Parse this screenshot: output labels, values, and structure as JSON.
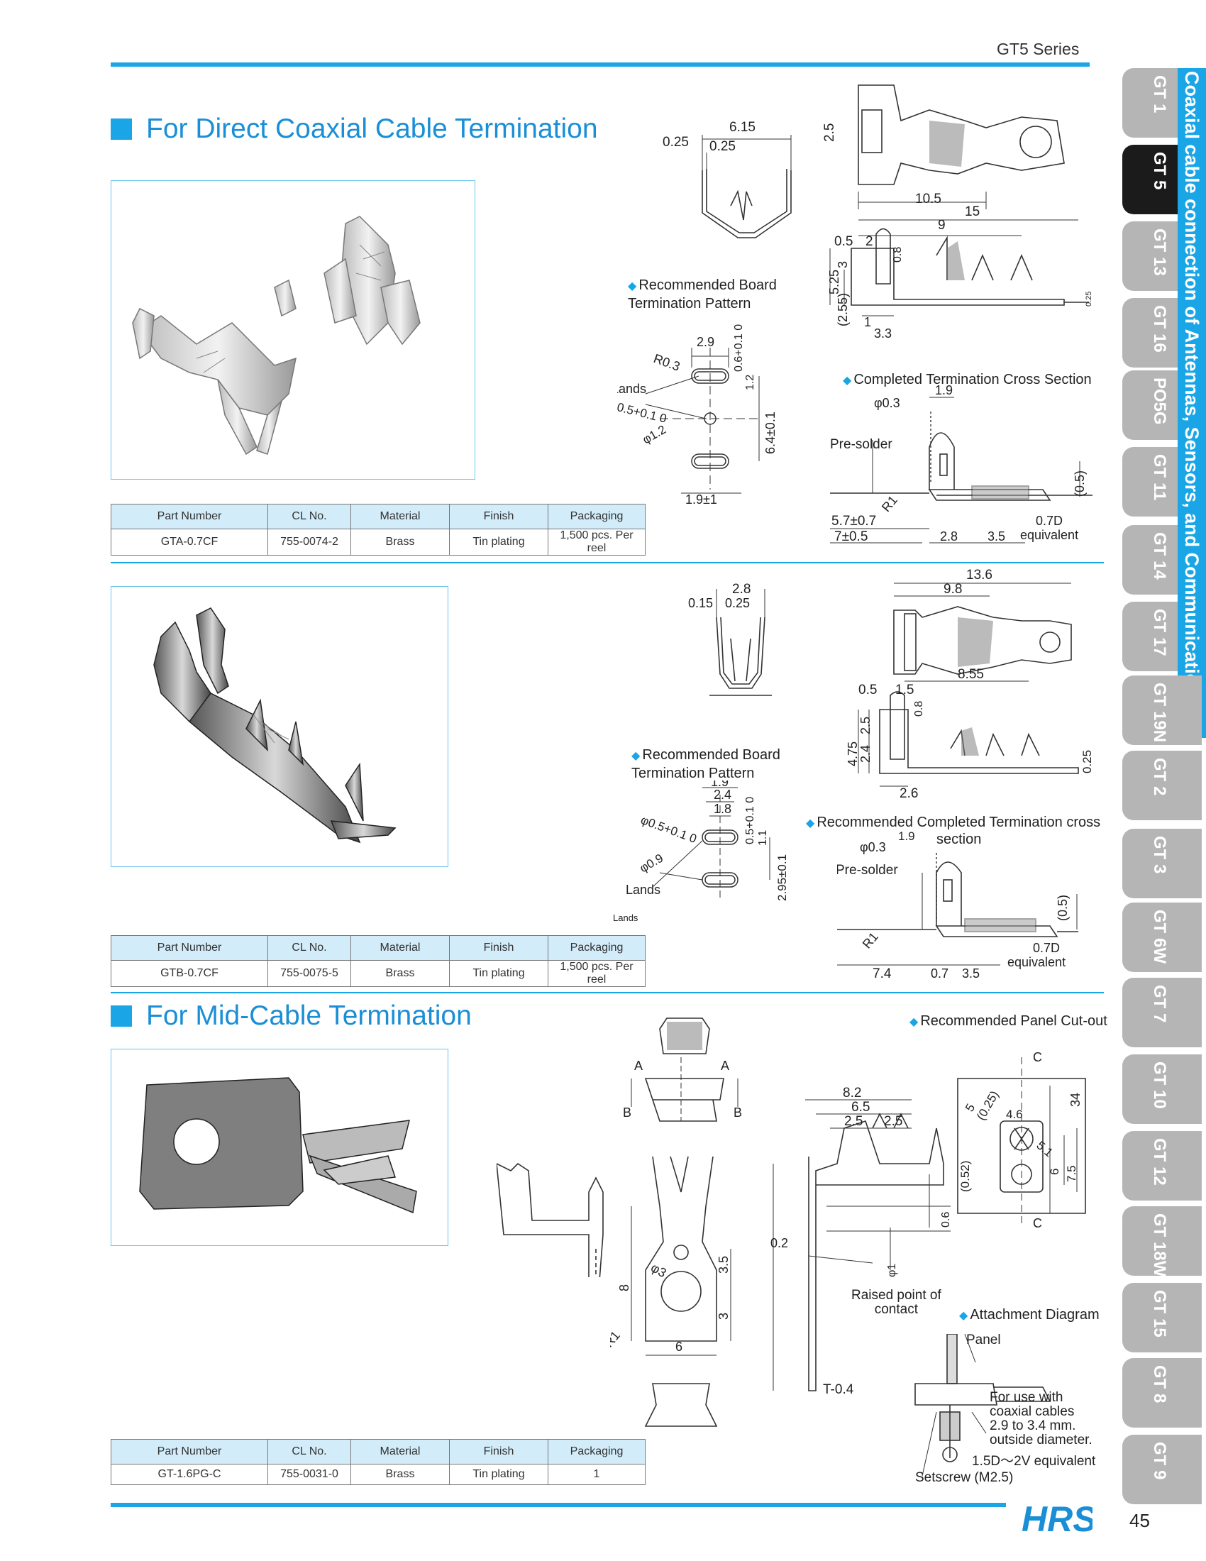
{
  "header": {
    "series": "GT5 Series",
    "page": "45",
    "logo": "HRS"
  },
  "side": {
    "band": "Coaxial cable connection of Antennas, Sensors, and Communication Trunk Lines",
    "tabs": [
      "GT 1",
      "GT 5",
      "GT 13",
      "GT 16",
      "PO5G",
      "GT 11",
      "GT 14",
      "GT 17",
      "GT 19N",
      "GT 2",
      "GT 3",
      "GT 6W",
      "GT 7",
      "GT 10",
      "GT 12",
      "GT 18W",
      "GT 15",
      "GT 8",
      "GT 9"
    ],
    "active_tab": "GT 5"
  },
  "sections": {
    "direct": "For Direct Coaxial Cable Termination",
    "mid": "For Mid-Cable Termination"
  },
  "table_headers": [
    "Part Number",
    "CL No.",
    "Material",
    "Finish",
    "Packaging"
  ],
  "tables": [
    {
      "row": [
        "GTA-0.7CF",
        "755-0074-2",
        "Brass",
        "Tin plating",
        "1,500 pcs. Per reel"
      ]
    },
    {
      "row": [
        "GTB-0.7CF",
        "755-0075-5",
        "Brass",
        "Tin plating",
        "1,500 pcs. Per reel"
      ]
    },
    {
      "row": [
        "GT-1.6PG-C",
        "755-0031-0",
        "Brass",
        "Tin plating",
        "1"
      ]
    }
  ],
  "gta": {
    "front": [
      "6.15",
      "0.25",
      "0.25"
    ],
    "top": [
      "2.5",
      "10.5",
      "15"
    ],
    "side": [
      "9",
      "0.5",
      "2",
      "0.8",
      "5.25",
      "3",
      "(2.55)",
      "1",
      "3.3",
      "0.25"
    ],
    "board_title": "Recommended Board\nTermination Pattern",
    "board": [
      "2.9",
      "R0.3",
      "0.6+0.1 0",
      "1.2",
      "Lands",
      "φ0.5+0.1 0",
      "φ1.2",
      "6.4±0.1",
      "1.9±1"
    ],
    "cross_title": "Completed Termination Cross Section",
    "cross": [
      "1.9",
      "φ0.3",
      "Pre-solder",
      "(0.5)",
      "R1",
      "5.7±0.7",
      "7±0.5",
      "2.8",
      "3.5",
      "0.7D",
      "equivalent"
    ]
  },
  "gtb": {
    "front": [
      "2.8",
      "0.15",
      "0.25"
    ],
    "top": [
      "13.6",
      "9.8"
    ],
    "side": [
      "8.55",
      "0.5",
      "1.5",
      "0.8",
      "4.75",
      "2.5",
      "2.4",
      "2.6",
      "0.25"
    ],
    "board_title": "Recommended Board\nTermination Pattern",
    "board": [
      "1.9",
      "2.4",
      "1.8",
      "0.5+0.1 0",
      "1.1",
      "φ0.5+0.1 0",
      "φ0.9",
      "Lands",
      "2.95±0.1",
      "Lands"
    ],
    "cross_title": "Recommended Completed Termination cross",
    "cross_title2": "section",
    "cross": [
      "1.9",
      "φ0.3",
      "Pre-solder",
      "(0.5)",
      "R1",
      "7.4",
      "0.7",
      "3.5",
      "0.7D",
      "equivalent"
    ]
  },
  "mid": {
    "top": [
      "A",
      "A",
      "B",
      "B"
    ],
    "plate": [
      "8",
      "φ3",
      "3.5",
      "3",
      "R1",
      "6"
    ],
    "side": [
      "8.2",
      "6.5",
      "2.5",
      "2.5",
      "5",
      "0.2",
      "0.6",
      "φ1",
      "T-0.4"
    ],
    "raised": "Raised point of\ncontact",
    "panel_title": "Recommended Panel Cut-out",
    "panel": [
      "C",
      "C",
      "34",
      "5",
      "(0.25)",
      "4.6",
      "5.1",
      "6",
      "7.5",
      "(0.52)"
    ],
    "attach_title": "Attachment Diagram",
    "attach": [
      "Panel",
      "For use with\ncoaxial cables\n2.9 to 3.4 mm.\noutside diameter.",
      "1.5D～2V equivalent",
      "Setscrew (M2.5)"
    ]
  }
}
